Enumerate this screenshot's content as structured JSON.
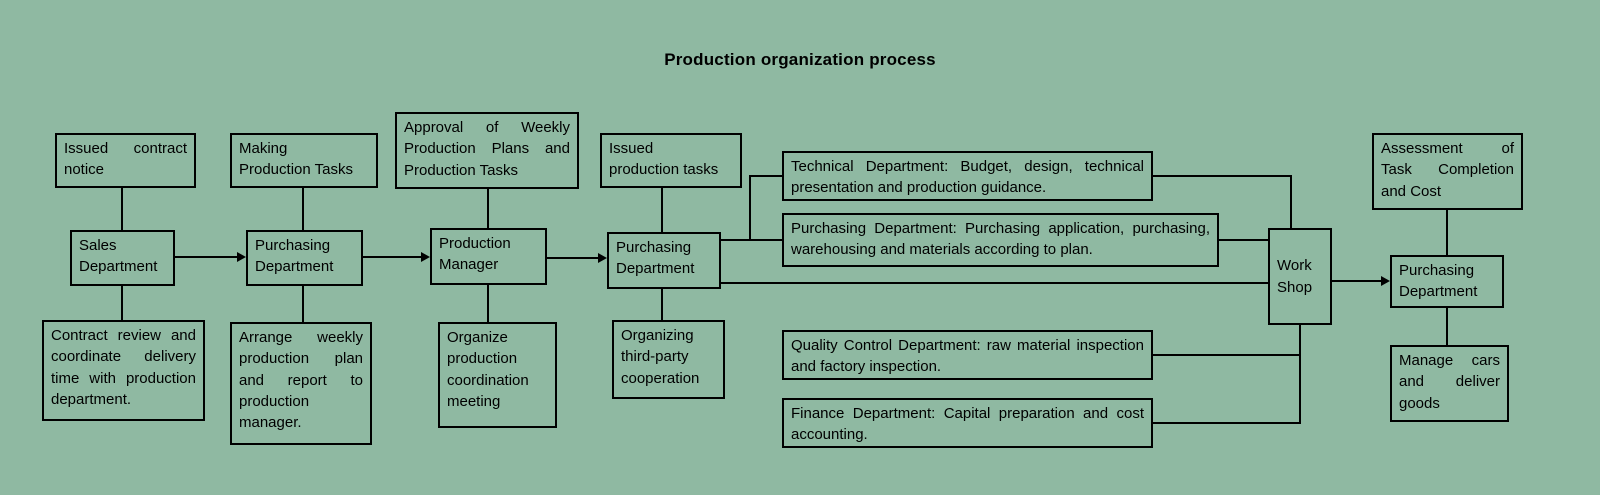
{
  "title": "Production organization process",
  "nodes": {
    "issued_contract_notice": "Issued contract notice",
    "sales_department": "Sales Department",
    "contract_review": "Contract review and coordinate delivery time with production department.",
    "making_production_tasks": "Making\nProduction Tasks",
    "purchasing_department_1": "Purchasing Department",
    "arrange_weekly_plan": "Arrange weekly production plan and report to production manager.",
    "approval_weekly_plans": "Approval of Weekly Production Plans and Production Tasks",
    "production_manager": "Production Manager",
    "organize_coordination_meeting": "Organize production coordination meeting",
    "issued_production_tasks": "Issued\nproduction tasks",
    "purchasing_department_2": "Purchasing Department",
    "organizing_third_party": "Organizing third-party cooperation",
    "technical_department": "Technical Department: Budget, design, technical presentation and production guidance.",
    "purchasing_department_3": "Purchasing Department: Purchasing application, purchasing, warehousing and materials according to plan.",
    "quality_control_department": "Quality Control Department: raw material inspection and factory inspection.",
    "finance_department": "Finance Department: Capital preparation and cost accounting.",
    "work_shop": "Work Shop",
    "assessment_task_completion": "Assessment of Task Completion and Cost",
    "purchasing_department_4": "Purchasing Department",
    "manage_cars_deliver_goods": "Manage cars and deliver goods"
  },
  "colors": {
    "background": "#8fb9a2",
    "line": "#000000",
    "text": "#000000"
  }
}
